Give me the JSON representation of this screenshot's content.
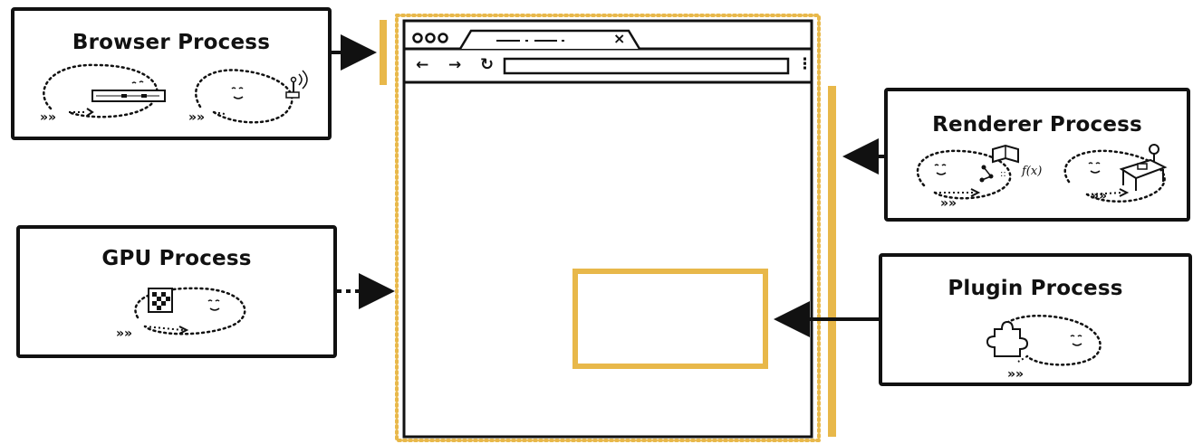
{
  "diagram": {
    "accent_color": "#E8B84A",
    "line_color": "#111111",
    "processes": {
      "browser": {
        "title": "Browser Process"
      },
      "gpu": {
        "title": "GPU Process"
      },
      "renderer": {
        "title": "Renderer Process"
      },
      "plugin": {
        "title": "Plugin Process"
      }
    },
    "browser_window": {
      "tab_close_glyph": "×",
      "back_glyph": "←",
      "forward_glyph": "→",
      "reload_glyph": "↻",
      "menu_glyph": "⋮"
    },
    "connectors": [
      {
        "from": "browser",
        "style": "solid"
      },
      {
        "from": "gpu",
        "style": "dotted"
      },
      {
        "from": "renderer",
        "style": "solid"
      },
      {
        "from": "plugin",
        "style": "solid"
      }
    ],
    "icons": [
      "router-icon",
      "antenna-icon",
      "network-icon",
      "book-icon",
      "function-icon",
      "desk-icon",
      "grid-icon",
      "puzzle-icon"
    ]
  }
}
